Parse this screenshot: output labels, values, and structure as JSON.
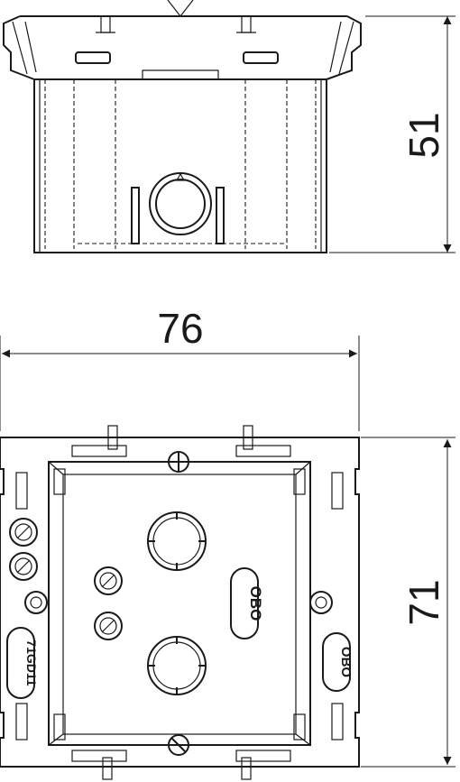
{
  "dimensions": {
    "height_side": "51",
    "width_top": "76",
    "height_top": "71"
  },
  "markings": {
    "brand_1": "OBO",
    "brand_2": "OBO",
    "model": "71GD11"
  },
  "icons": [
    "arrow-head-icon",
    "screw-slot-icon",
    "rotary-dial-icon",
    "knockout-icon"
  ]
}
